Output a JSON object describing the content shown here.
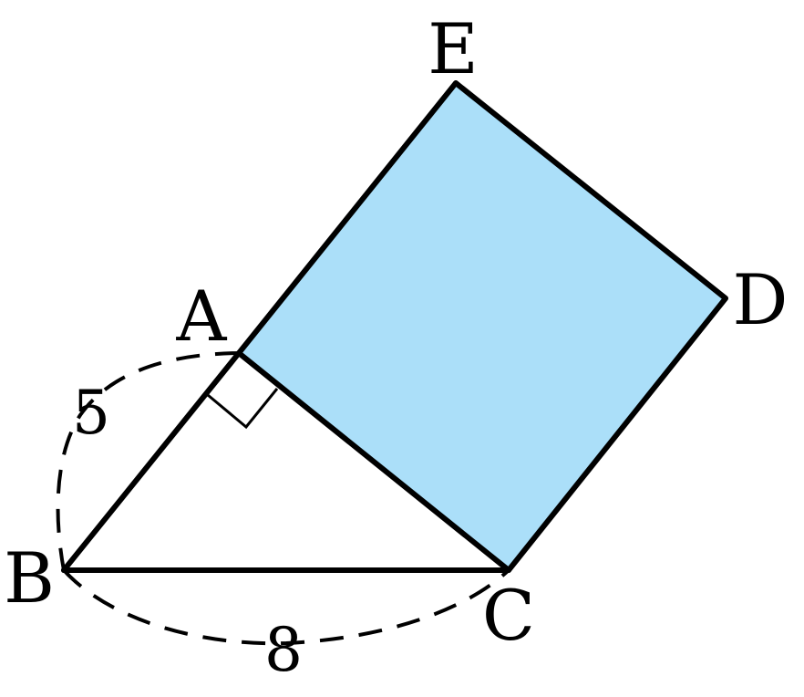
{
  "diagram": {
    "vertices": {
      "A": "A",
      "B": "B",
      "C": "C",
      "D": "D",
      "E": "E"
    },
    "measurements": {
      "AB": "5",
      "BC": "8"
    },
    "colors": {
      "square_fill": "#ABDFF9",
      "stroke": "#000000",
      "background": "#FFFFFF"
    },
    "marks": {
      "right_angle_at": "A",
      "square": "ACDE",
      "triangle": "ABC"
    }
  }
}
